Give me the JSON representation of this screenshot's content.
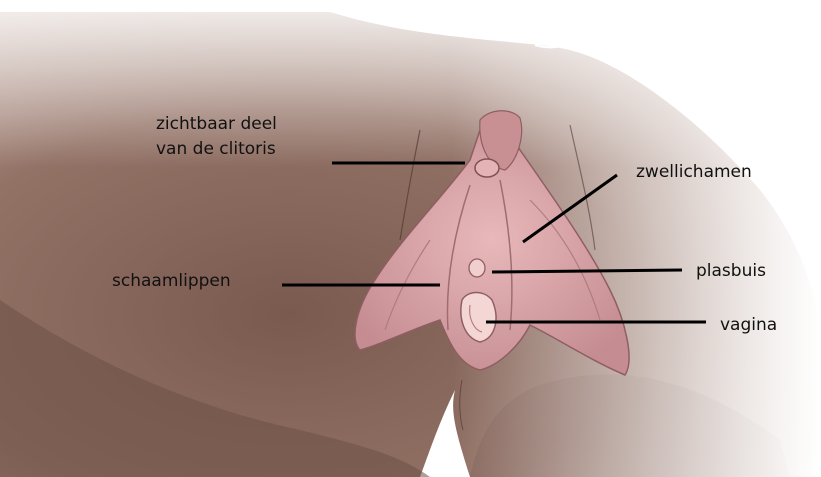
{
  "labels": {
    "clitoris_line1": "zichtbaar deel",
    "clitoris_line2": "van de clitoris",
    "erectile_tissue": "zwellichamen",
    "labia": "schaamlippen",
    "urethra": "plasbuis",
    "vagina": "vagina"
  },
  "colors": {
    "skin": "#8f6c5f",
    "skin_dark": "#6f5247",
    "tissue": "#d9a3a6",
    "tissue_dark": "#b88085",
    "leader_line": "#000000"
  }
}
